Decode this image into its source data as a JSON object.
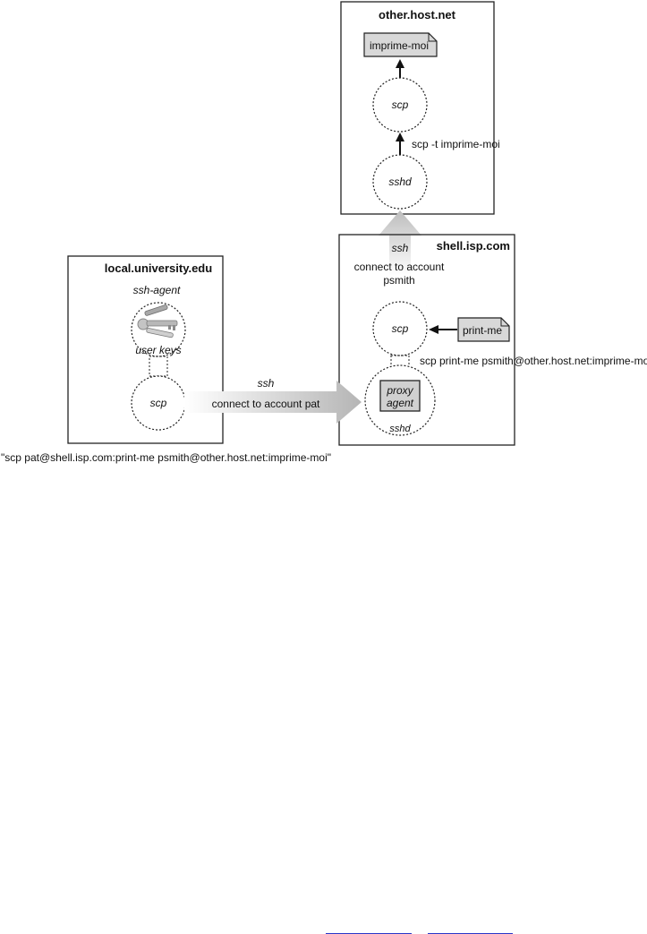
{
  "hosts": {
    "other": "other.host.net",
    "shell": "shell.isp.com",
    "local": "local.university.edu"
  },
  "files": {
    "imprime": "imprime-moi",
    "print": "print-me"
  },
  "processes": {
    "scp_other": "scp",
    "sshd_other": "sshd",
    "scp_shell": "scp",
    "sshd_shell": "sshd",
    "ssh_agent": "ssh-agent",
    "scp_local": "scp",
    "proxy_line1": "proxy",
    "proxy_line2": "agent"
  },
  "labels": {
    "user_keys": "user keys",
    "cmd_other": "scp -t imprime-moi",
    "ssh_top": "ssh",
    "connect_psmith_1": "connect to account",
    "connect_psmith_2": "psmith",
    "cmd_shell": "scp print-me psmith@other.host.net:imprime-moi",
    "ssh_bottom": "ssh",
    "connect_pat": "connect to account pat",
    "local_cmd": "\"scp pat@shell.isp.com:print-me psmith@other.host.net:imprime-moi\""
  }
}
